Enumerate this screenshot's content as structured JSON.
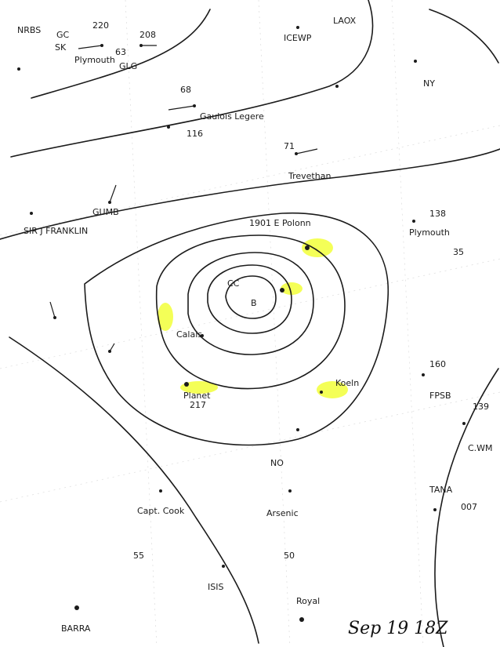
{
  "labels": {
    "nr": "NRBS",
    "gc": "GC",
    "p220": "220",
    "p208": "208",
    "c63": "63",
    "pl": "Plymouth",
    "sk": "SK",
    "icew": "ICEWP",
    "laox": "LAOX",
    "ny": "NY",
    "gl": "GLG",
    "glab": "Gaulois Legere",
    "p68": "68",
    "p116": "116",
    "p71": "71",
    "sir": "SIR J FRANKLIN",
    "gu": "GUMB",
    "trev": "Trevethan",
    "p138": "138",
    "pl2": "Plymouth",
    "p35": "35",
    "pol": "1901 E Polonn",
    "cal": "Calais",
    "kl": "Koeln",
    "cc": "CC",
    "b": "B",
    "fpsb": "FPSB",
    "p160": "160",
    "p139": "139",
    "cwm": "C.WM",
    "p217": "217",
    "pla": "Planet",
    "no": "NO",
    "cook": "Capt. Cook",
    "aa": "Arsenic",
    "tana": "TANA",
    "p007": "007",
    "p55a": "55",
    "p50": "50",
    "isis": "ISIS",
    "bar": "BARRA",
    "rr": "Royal",
    "date": "Sep 19 18Z"
  },
  "colors": {
    "ink": "#1b1b1b",
    "highlight": "#f2ff3a"
  }
}
